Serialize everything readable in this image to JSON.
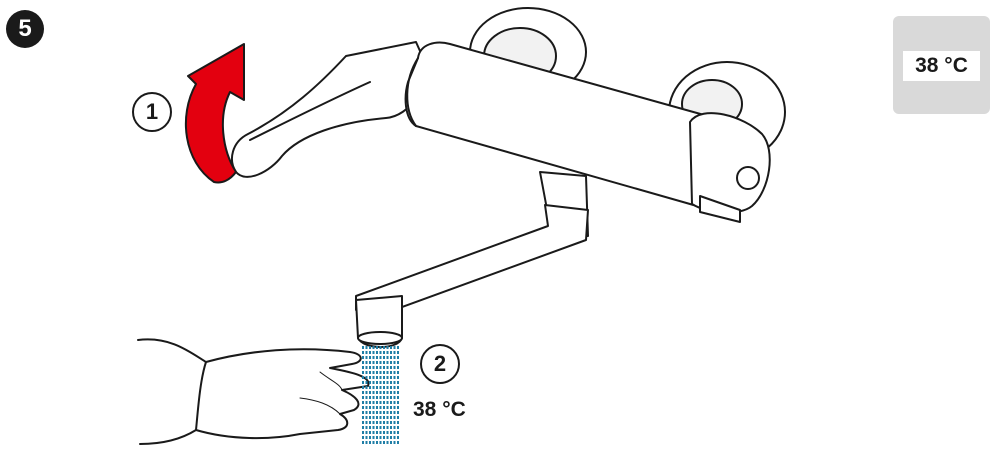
{
  "step_number": "5",
  "target_temperature": "38 °C",
  "callouts": {
    "lever_step": "1",
    "water_step": "2"
  },
  "water_temperature": "38 °C",
  "icons": {
    "rotation_arrow": "curved-up-arrow-icon",
    "water_flow": "water-stream-icon",
    "hand": "hand-icon"
  },
  "colors": {
    "arrow": "#e3000f",
    "water": "#1f7ea6",
    "outline": "#1a1a1a",
    "temp_box": "#d9d9d9"
  }
}
